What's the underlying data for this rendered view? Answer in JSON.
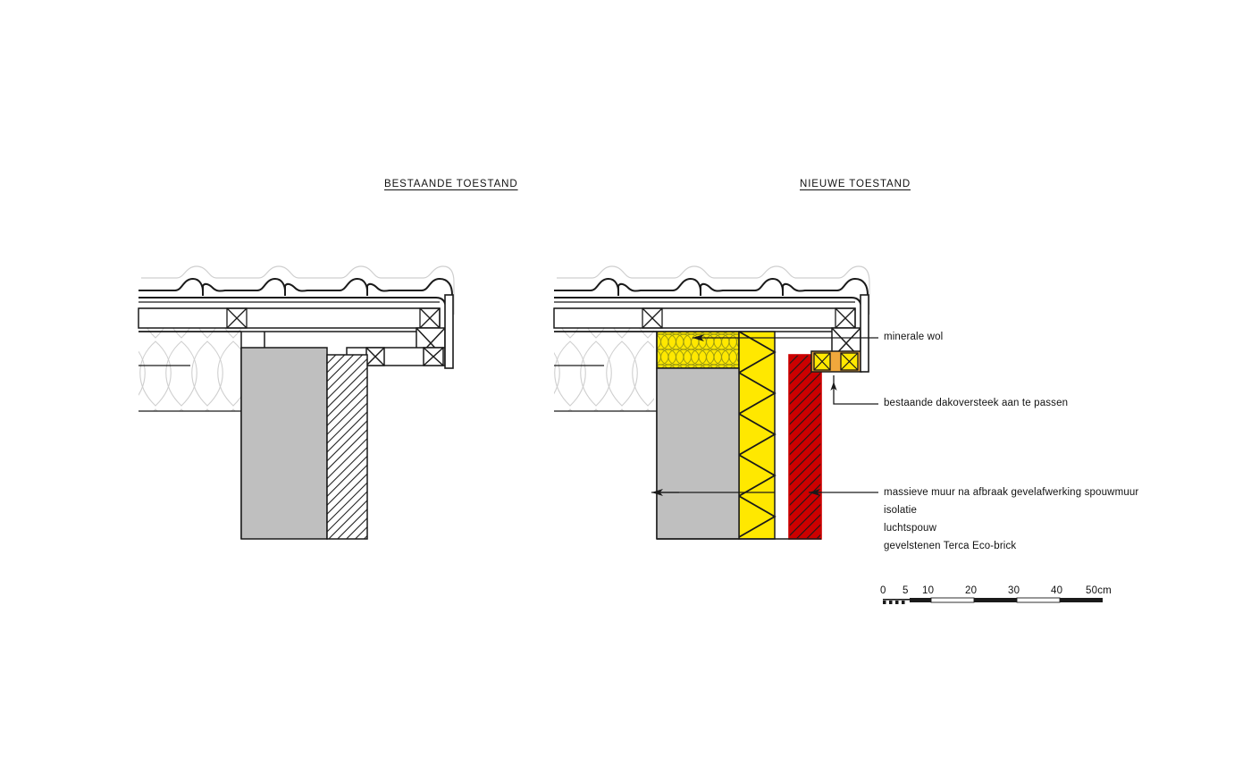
{
  "drawing": {
    "type": "architectural-section-detail",
    "subject": "roof eave / cavity wall renovation detail",
    "language": "nl"
  },
  "titles": {
    "existing": "BESTAANDE TOESTAND",
    "new": "NIEUWE TOESTAND"
  },
  "labels": {
    "mineral_wool": "minerale wol",
    "eaves": "bestaande dakoversteek aan te passen",
    "wall_stack": {
      "line1": "massieve muur na afbraak gevelafwerking spouwmuur",
      "line2": "isolatie",
      "line3": "luchtspouw",
      "line4": "gevelstenen Terca Eco-brick"
    }
  },
  "scale_bar": {
    "unit_suffix": "cm",
    "ticks": [
      "0",
      "5",
      "10",
      "20",
      "30",
      "40",
      "50cm"
    ]
  },
  "colors": {
    "insulation_yellow": "#ffe800",
    "brick_red": "#cc0000",
    "wood_orange": "#f0a83c",
    "masonry_gray": "#bfbfbf",
    "line_black": "#1a1a1a",
    "ghost_gray": "#cfcfcf",
    "background": "#ffffff"
  }
}
